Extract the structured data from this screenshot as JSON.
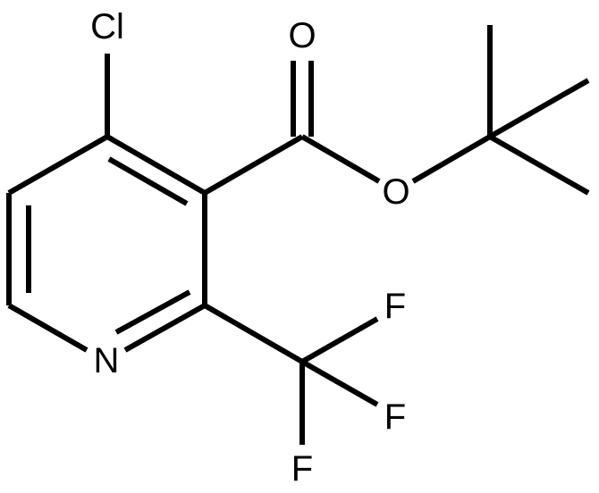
{
  "atoms": {
    "cl": "Cl",
    "o_carbonyl": "O",
    "o_ester": "O",
    "n": "N",
    "f1": "F",
    "f2": "F",
    "f3": "F"
  },
  "colors": {
    "bond": "#000000",
    "label": "#000000",
    "background": "#ffffff"
  }
}
